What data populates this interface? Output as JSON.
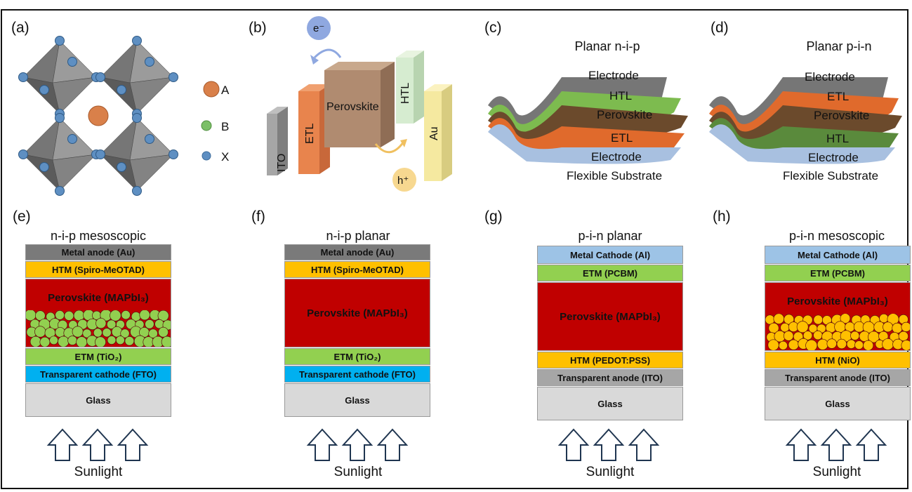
{
  "panels": {
    "a": {
      "label": "(a)",
      "legend": [
        {
          "symbol": "A",
          "color": "#d9804a"
        },
        {
          "symbol": "B",
          "color": "#7bbf67"
        },
        {
          "symbol": "X",
          "color": "#5e8fc2"
        }
      ]
    },
    "b": {
      "label": "(b)",
      "electron": "e⁻",
      "hole": "h⁺",
      "blocks": {
        "ito": "ITO",
        "etl": "ETL",
        "perovskite": "Perovskite",
        "htl": "HTL",
        "au": "Au"
      }
    },
    "c": {
      "label": "(c)",
      "title": "Planar n-i-p",
      "layers": [
        "Electrode",
        "HTL",
        "Perovskite",
        "ETL",
        "Electrode",
        "Flexible Substrate"
      ]
    },
    "d": {
      "label": "(d)",
      "title": "Planar p-i-n",
      "layers": [
        "Electrode",
        "ETL",
        "Perovskite",
        "HTL",
        "Electrode",
        "Flexible Substrate"
      ]
    },
    "e": {
      "label": "(e)",
      "title": "n-i-p mesoscopic",
      "layers": [
        "Metal anode (Au)",
        "HTM (Spiro-MeOTAD)",
        "Perovskite (MAPbI₃)",
        "ETM (TiO₂)",
        "Transparent cathode (FTO)",
        "Glass"
      ],
      "sunlight": "Sunlight"
    },
    "f": {
      "label": "(f)",
      "title": "n-i-p planar",
      "layers": [
        "Metal anode (Au)",
        "HTM (Spiro-MeOTAD)",
        "Perovskite (MAPbI₃)",
        "ETM (TiO₂)",
        "Transparent cathode (FTO)",
        "Glass"
      ],
      "sunlight": "Sunlight"
    },
    "g": {
      "label": "(g)",
      "title": "p-i-n planar",
      "layers": [
        "Metal Cathode (Al)",
        "ETM (PCBM)",
        "Perovskite (MAPbI₃)",
        "HTM (PEDOT:PSS)",
        "Transparent anode (ITO)",
        "Glass"
      ],
      "sunlight": "Sunlight"
    },
    "h": {
      "label": "(h)",
      "title": "p-i-n mesoscopic",
      "layers": [
        "Metal Cathode (Al)",
        "ETM (PCBM)",
        "Perovskite (MAPbI₃)",
        "HTM (NiO)",
        "Transparent anode (ITO)",
        "Glass"
      ],
      "sunlight": "Sunlight"
    }
  },
  "colors": {
    "metal_gray": "#7a7a7a",
    "htm_yellow": "#ffc000",
    "perovskite_red": "#c00000",
    "etm_green": "#92d050",
    "cathode_blue": "#00b0f0",
    "glass_gray": "#d9d9d9",
    "al_blue": "#9dc3e6",
    "ito_gray": "#a6a6a6",
    "meso_green": "#92d050",
    "meso_yellow": "#ffc000"
  }
}
